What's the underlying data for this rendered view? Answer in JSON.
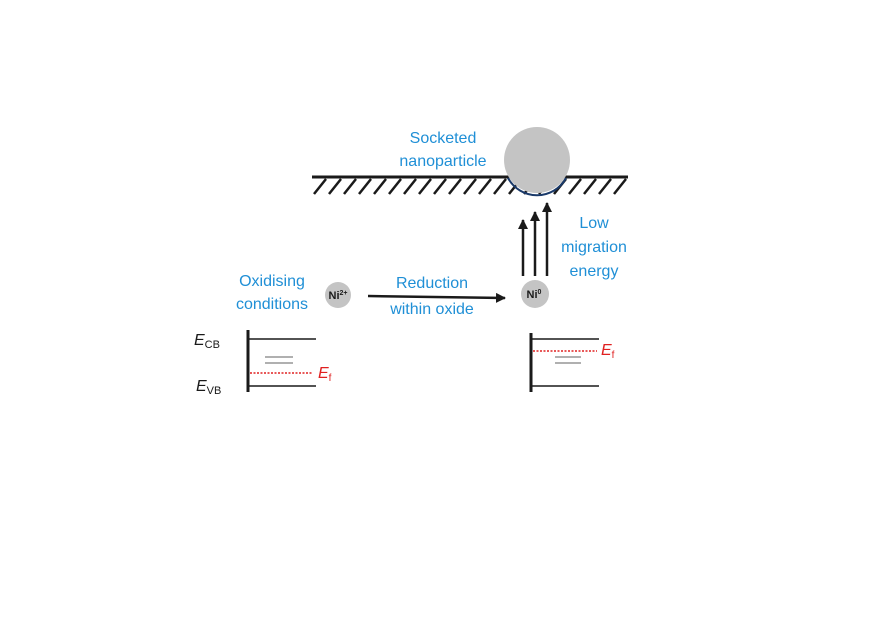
{
  "labels": {
    "socketed_line1": "Socketed",
    "socketed_line2": "nanoparticle",
    "low_line1": "Low",
    "low_line2": "migration",
    "low_line3": "energy",
    "oxidising_line1": "Oxidising",
    "oxidising_line2": "conditions",
    "reduction_line1": "Reduction",
    "reduction_line2": "within oxide"
  },
  "ions": {
    "ni2_base": "Ni",
    "ni2_charge": "2+",
    "ni0_base": "Ni",
    "ni0_charge": "0"
  },
  "bands": {
    "left": {
      "cb_symbol": "E",
      "cb_sub": "CB",
      "vb_symbol": "E",
      "vb_sub": "VB",
      "fermi_symbol": "E",
      "fermi_sub": "f"
    },
    "right": {
      "fermi_symbol": "E",
      "fermi_sub": "f"
    }
  },
  "colors": {
    "label_blue": "#1f8fd6",
    "fermi_red": "#e02020",
    "particle_gray": "#c4c4c4",
    "line_black": "#1a1a1a"
  }
}
